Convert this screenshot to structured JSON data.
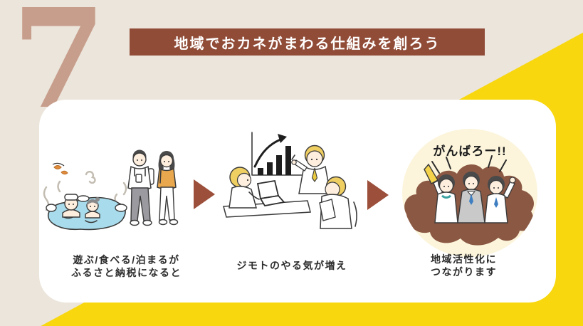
{
  "slide": {
    "number": "7",
    "title": "地域でおカネがまわる仕組みを創ろう"
  },
  "steps": [
    {
      "id": "step-1",
      "illustration": "hot-spring-and-tourists",
      "lines": [
        "遊ぶ/食べる/泊まるが",
        "ふるさと納税になると"
      ]
    },
    {
      "id": "step-2",
      "illustration": "meeting-growth-chart",
      "lines": [
        "ジモトのやる気が増え"
      ]
    },
    {
      "id": "step-3",
      "illustration": "region-map-cheering",
      "lines": [
        "地域活性化に",
        "つながります"
      ]
    }
  ],
  "cheer_text": "がんばろー!!",
  "icons": {
    "flow_arrow": "right-triangle",
    "growth_chart": "rising-bars-with-arrow",
    "megaphone": "yellow-megaphone",
    "region_map": "brown-prefecture-silhouette"
  },
  "colors": {
    "background": "#ece5db",
    "accent_yellow": "#f8d70e",
    "banner_brown": "#914c38",
    "number_rose": "#c79e8c",
    "arrow_brown": "#9c4f3a",
    "card_white": "#ffffff",
    "circle_cream": "#fcf5dc",
    "map_brown": "#8b5843",
    "water_blue": "#a8dcec",
    "hair_yellow": "#f0cf62"
  }
}
